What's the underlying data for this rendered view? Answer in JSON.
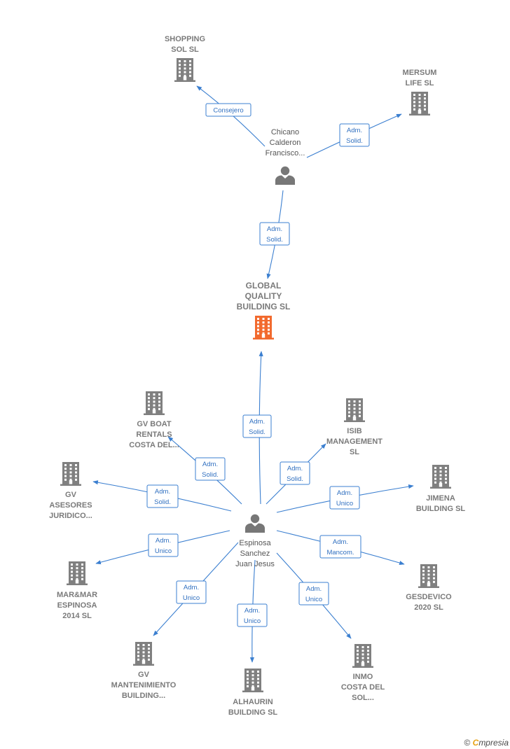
{
  "colors": {
    "edge": "#3b7fd0",
    "company": "#808080",
    "focus": "#f26a2e",
    "person": "#777777"
  },
  "nodes": [
    {
      "id": "global",
      "type": "company",
      "focus": true,
      "lines": [
        "GLOBAL",
        "QUALITY",
        "BUILDING  SL"
      ]
    },
    {
      "id": "chicano",
      "type": "person",
      "lines": [
        "Chicano",
        "Calderon",
        "Francisco..."
      ]
    },
    {
      "id": "espinosa",
      "type": "person",
      "lines": [
        "Espinosa",
        "Sanchez",
        "Juan Jesus"
      ]
    },
    {
      "id": "shopping",
      "type": "company",
      "lines": [
        "SHOPPING",
        "SOL SL"
      ]
    },
    {
      "id": "mersum",
      "type": "company",
      "lines": [
        "MERSUM",
        "LIFE SL"
      ]
    },
    {
      "id": "gvboat",
      "type": "company",
      "lines": [
        "GV BOAT",
        "RENTALS",
        "COSTA DEL..."
      ]
    },
    {
      "id": "isib",
      "type": "company",
      "lines": [
        "ISIB",
        "MANAGEMENT",
        "SL"
      ]
    },
    {
      "id": "gvasesores",
      "type": "company",
      "lines": [
        "GV",
        "ASESORES",
        "JURIDICO..."
      ]
    },
    {
      "id": "jimena",
      "type": "company",
      "lines": [
        "JIMENA",
        "BUILDING  SL"
      ]
    },
    {
      "id": "marmar",
      "type": "company",
      "lines": [
        "MAR&MAR",
        "ESPINOSA",
        "2014  SL"
      ]
    },
    {
      "id": "gesdevico",
      "type": "company",
      "lines": [
        "GESDEVICO",
        "2020  SL"
      ]
    },
    {
      "id": "gvmant",
      "type": "company",
      "lines": [
        "GV",
        "MANTENIMIENTO",
        "BUILDING..."
      ]
    },
    {
      "id": "alhaurin",
      "type": "company",
      "lines": [
        "ALHAURIN",
        "BUILDING  SL"
      ]
    },
    {
      "id": "inmo",
      "type": "company",
      "lines": [
        "INMO",
        "COSTA DEL",
        "SOL..."
      ]
    }
  ],
  "edges": [
    {
      "id": "e1",
      "from": "chicano",
      "to": "shopping",
      "lines": [
        "Consejero"
      ]
    },
    {
      "id": "e2",
      "from": "chicano",
      "to": "mersum",
      "lines": [
        "Adm.",
        "Solid."
      ]
    },
    {
      "id": "e3",
      "from": "chicano",
      "to": "global",
      "lines": [
        "Adm.",
        "Solid."
      ]
    },
    {
      "id": "e4",
      "from": "espinosa",
      "to": "global",
      "lines": [
        "Adm.",
        "Solid."
      ]
    },
    {
      "id": "e5",
      "from": "espinosa",
      "to": "gvboat",
      "lines": [
        "Adm.",
        "Solid."
      ]
    },
    {
      "id": "e6",
      "from": "espinosa",
      "to": "isib",
      "lines": [
        "Adm.",
        "Solid."
      ]
    },
    {
      "id": "e7",
      "from": "espinosa",
      "to": "gvasesores",
      "lines": [
        "Adm.",
        "Solid."
      ]
    },
    {
      "id": "e8",
      "from": "espinosa",
      "to": "jimena",
      "lines": [
        "Adm.",
        "Unico"
      ]
    },
    {
      "id": "e9",
      "from": "espinosa",
      "to": "marmar",
      "lines": [
        "Adm.",
        "Unico"
      ]
    },
    {
      "id": "e10",
      "from": "espinosa",
      "to": "gesdevico",
      "lines": [
        "Adm.",
        "Mancom."
      ]
    },
    {
      "id": "e11",
      "from": "espinosa",
      "to": "gvmant",
      "lines": [
        "Adm.",
        "Unico"
      ]
    },
    {
      "id": "e12",
      "from": "espinosa",
      "to": "alhaurin",
      "lines": [
        "Adm.",
        "Unico"
      ]
    },
    {
      "id": "e13",
      "from": "espinosa",
      "to": "inmo",
      "lines": [
        "Adm.",
        "Unico"
      ]
    }
  ],
  "brand": {
    "copyright": "©",
    "initial": "C",
    "name": "mpresia"
  }
}
